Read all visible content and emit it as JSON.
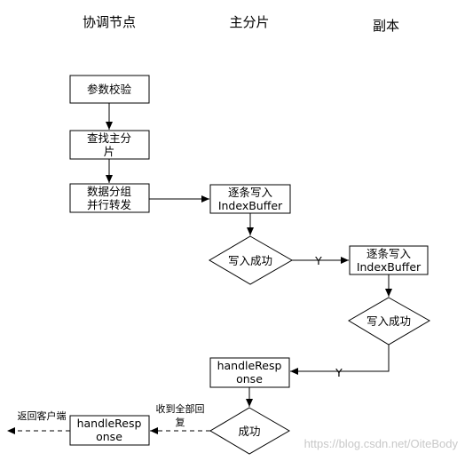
{
  "headers": {
    "coordinator": "协调节点",
    "primary": "主分片",
    "replica": "副本"
  },
  "nodes": {
    "param_check": "参数校验",
    "find_primary": [
      "查找主分",
      "片"
    ],
    "forward": [
      "数据分组",
      "并行转发"
    ],
    "primary_write": [
      "逐条写入",
      "IndexBuffer"
    ],
    "primary_success": "写入成功",
    "replica_write": [
      "逐条写入",
      "IndexBuffer"
    ],
    "replica_success": "写入成功",
    "primary_response": [
      "handleResp",
      "onse"
    ],
    "all_success": "成功",
    "coord_response": [
      "handleResp",
      "onse"
    ]
  },
  "edge_labels": {
    "yes_to_replica": "Y",
    "yes_back": "Y",
    "received_all": [
      "收到全部回",
      "复"
    ],
    "return_client": "返回客户端"
  },
  "watermark": "https://blog.csdn.net/OiteBody"
}
